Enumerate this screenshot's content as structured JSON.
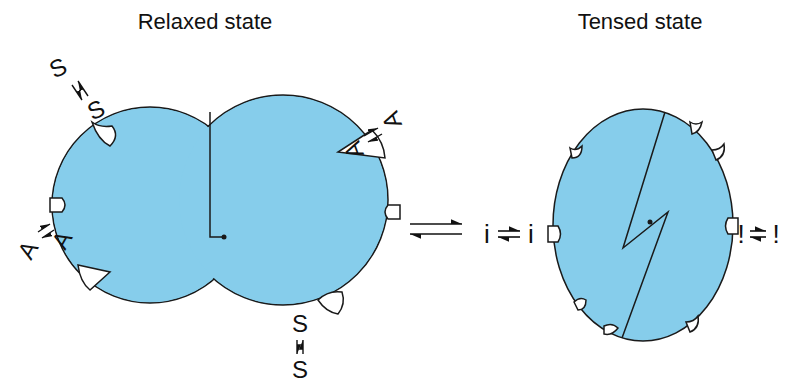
{
  "diagram": {
    "labels": [
      "Relaxed state",
      "Tensed state",
      "S",
      "S",
      "A",
      "A",
      "A",
      "A",
      "S",
      "S",
      "i",
      "i",
      "!",
      "!"
    ]
  }
}
